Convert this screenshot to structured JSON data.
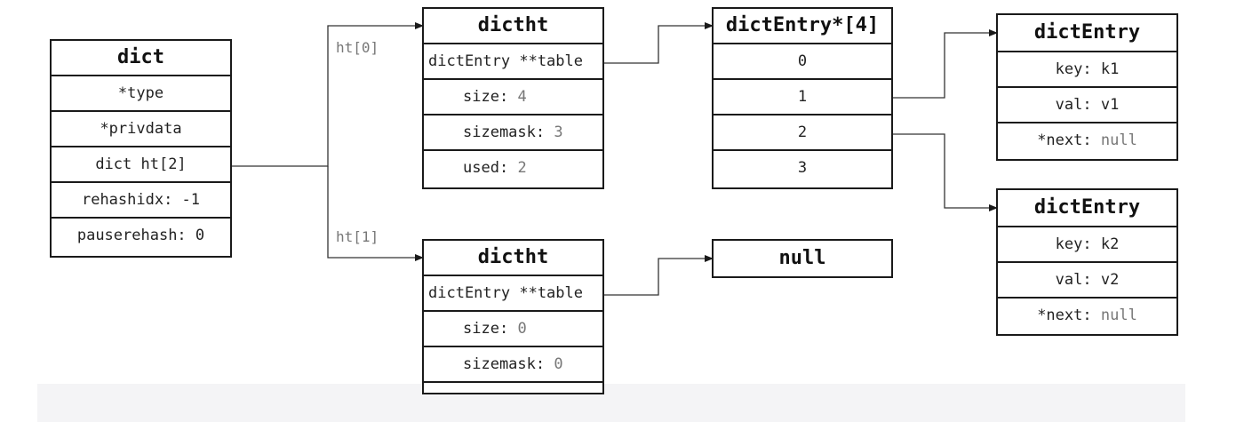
{
  "dict": {
    "title": "dict",
    "rows": [
      "*type",
      "*privdata",
      "dict ht[2]",
      "rehashidx: -1",
      "pauserehash: 0"
    ]
  },
  "labels": {
    "ht0": "ht[0]",
    "ht1": "ht[1]"
  },
  "ht0": {
    "title": "dictht",
    "table": "dictEntry **table",
    "size_key": "size:",
    "size_val": "4",
    "sizemask_key": "sizemask:",
    "sizemask_val": "3",
    "used_key": "used:",
    "used_val": "2"
  },
  "ht1": {
    "title": "dictht",
    "table": "dictEntry **table",
    "size_key": "size:",
    "size_val": "0",
    "sizemask_key": "sizemask:",
    "sizemask_val": "0"
  },
  "bucket_array": {
    "title": "dictEntry*[4]",
    "slots": [
      "0",
      "1",
      "2",
      "3"
    ]
  },
  "null_box": {
    "title": "null"
  },
  "entry1": {
    "title": "dictEntry",
    "key": "key: k1",
    "val": "val: v1",
    "next_key": "*next:",
    "next_val": "null"
  },
  "entry2": {
    "title": "dictEntry",
    "key": "key: k2",
    "val": "val: v2",
    "next_key": "*next:",
    "next_val": "null"
  }
}
